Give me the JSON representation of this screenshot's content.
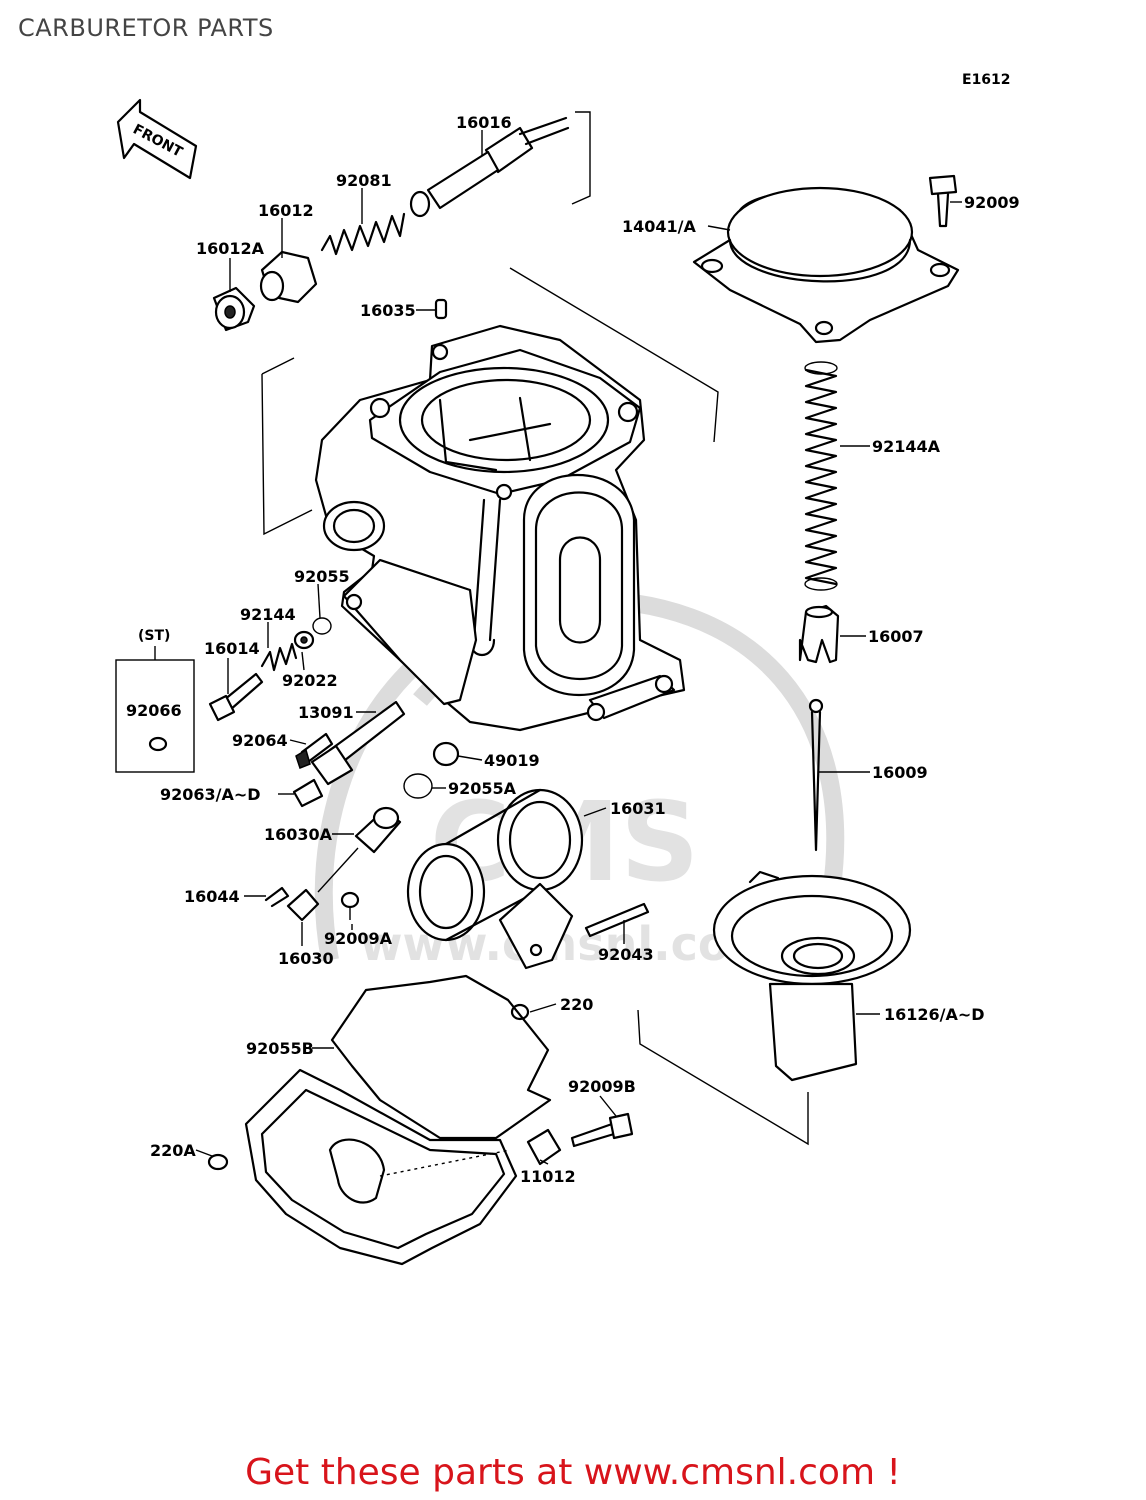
{
  "page": {
    "title": "CARBURETOR PARTS",
    "diagram_code": "E1612",
    "front_label": "FRONT",
    "st_label": "(ST)",
    "footer": "Get these parts at www.cmsnl.com !",
    "watermark": "CMS",
    "watermark_url": "www.cmsnl.com"
  },
  "colors": {
    "footer": "#d8141b",
    "title": "#444444",
    "line": "#000000",
    "watermark": "#dcdcdc"
  },
  "parts": [
    {
      "id": "p16016",
      "label": "16016"
    },
    {
      "id": "p92081",
      "label": "92081"
    },
    {
      "id": "p16012",
      "label": "16012"
    },
    {
      "id": "p16012A",
      "label": "16012A"
    },
    {
      "id": "p16035",
      "label": "16035"
    },
    {
      "id": "p92009",
      "label": "92009"
    },
    {
      "id": "p14041",
      "label": "14041/A"
    },
    {
      "id": "p92144A",
      "label": "92144A"
    },
    {
      "id": "p16007",
      "label": "16007"
    },
    {
      "id": "p16009",
      "label": "16009"
    },
    {
      "id": "p92055",
      "label": "92055"
    },
    {
      "id": "p92144",
      "label": "92144"
    },
    {
      "id": "p16014",
      "label": "16014"
    },
    {
      "id": "p92022",
      "label": "92022"
    },
    {
      "id": "p92066",
      "label": "92066"
    },
    {
      "id": "p13091",
      "label": "13091"
    },
    {
      "id": "p92064",
      "label": "92064"
    },
    {
      "id": "p49019",
      "label": "49019"
    },
    {
      "id": "p92063",
      "label": "92063/A~D"
    },
    {
      "id": "p92055A",
      "label": "92055A"
    },
    {
      "id": "p16031",
      "label": "16031"
    },
    {
      "id": "p16030A",
      "label": "16030A"
    },
    {
      "id": "p16044",
      "label": "16044"
    },
    {
      "id": "p92009A",
      "label": "92009A"
    },
    {
      "id": "p16030",
      "label": "16030"
    },
    {
      "id": "p92043",
      "label": "92043"
    },
    {
      "id": "p220",
      "label": "220"
    },
    {
      "id": "p16126",
      "label": "16126/A~D"
    },
    {
      "id": "p92055B",
      "label": "92055B"
    },
    {
      "id": "p92009B",
      "label": "92009B"
    },
    {
      "id": "p220A",
      "label": "220A"
    },
    {
      "id": "p11012",
      "label": "11012"
    }
  ]
}
